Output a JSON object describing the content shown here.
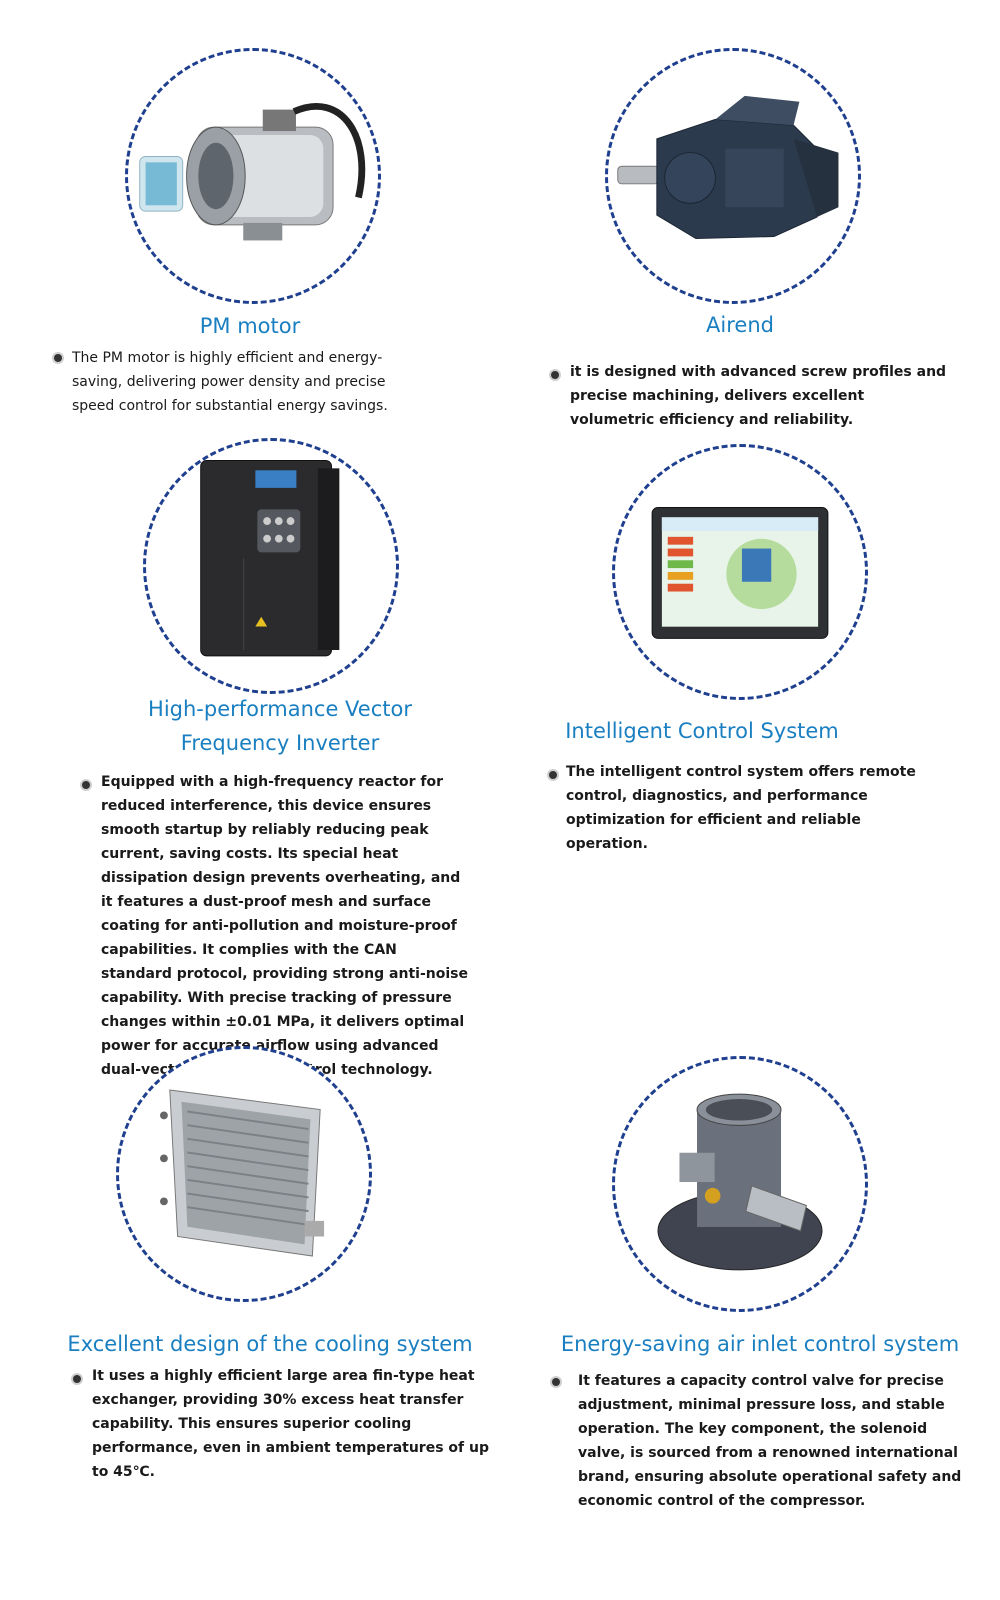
{
  "sections": [
    {
      "title": "PM motor",
      "text": "The PM motor is highly efficient and energy-saving, delivering power density and precise speed control for substantial energy savings.",
      "icon": "pm-motor-icon"
    },
    {
      "title": "Airend",
      "text": "it is designed with advanced screw profiles and precise machining, delivers excellent volumetric efficiency and reliability.",
      "icon": "airend-icon"
    },
    {
      "title": "High-performance Vector\nFrequency Inverter",
      "text": "Equipped with a high-frequency reactor for reduced interference, this device ensures smooth startup by reliably reducing peak current, saving costs. Its special heat dissipation design prevents overheating, and it features a dust-proof mesh and surface coating for anti-pollution and moisture-proof capabilities. It complies with the CAN standard protocol, providing strong anti-noise capability. With precise tracking of pressure changes within ±0.01 MPa, it delivers optimal power for accurate airflow using advanced dual-vector frequency control technology.",
      "icon": "frequency-inverter-icon"
    },
    {
      "title": "Intelligent Control System",
      "text": "The intelligent control system offers remote control, diagnostics, and performance optimization for efficient and reliable operation.",
      "icon": "control-screen-icon"
    },
    {
      "title": "Excellent design of the cooling system",
      "text": "It uses a highly efficient large area fin-type heat exchanger, providing 30% excess heat transfer capability. This ensures superior cooling performance, even in ambient temperatures of up to 45℃.",
      "icon": "heat-exchanger-icon"
    },
    {
      "title": "Energy-saving air inlet control system",
      "text": "It features a capacity control valve for precise adjustment, minimal pressure loss, and stable operation. The key component, the solenoid valve, is sourced from a renowned international brand, ensuring absolute operational safety and economic control of the compressor.",
      "icon": "inlet-valve-icon"
    }
  ],
  "colors": {
    "title": "#1a7fc1",
    "circle_border": "#1f3f8f",
    "text": "#1a1a1a"
  }
}
